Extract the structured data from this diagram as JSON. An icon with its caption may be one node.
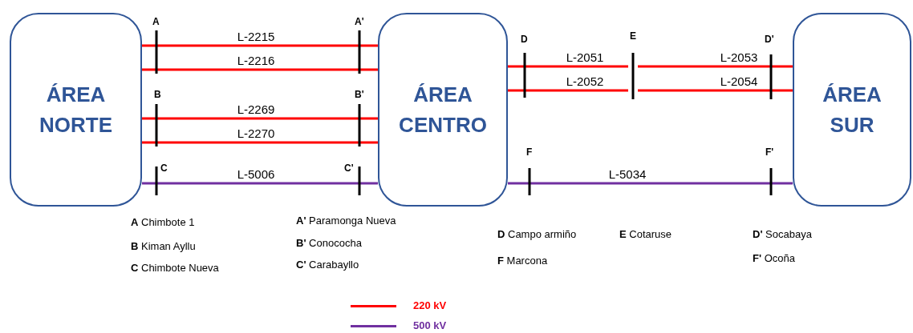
{
  "diagram": {
    "nodes": [
      {
        "text": [
          "ÁREA NORTE"
        ]
      },
      {
        "text": [
          "ÁREA CENTRO"
        ]
      },
      {
        "text": [
          "E"
        ]
      },
      {
        "text": [
          "ÁREA SUR"
        ]
      }
    ],
    "edges": [
      {
        "from": 0,
        "to": 1,
        "arrow": "none",
        "label": "L-2215"
      },
      {
        "from": 0,
        "to": 1,
        "arrow": "none",
        "label": "L-2216"
      },
      {
        "from": 0,
        "to": 1,
        "arrow": "none",
        "label": "L-2269"
      },
      {
        "from": 0,
        "to": 1,
        "arrow": "none",
        "label": "L-2270"
      },
      {
        "from": 0,
        "to": 1,
        "arrow": "none",
        "label": "L-5006",
        "color": "#7030a0"
      },
      {
        "from": 1,
        "to": 2,
        "arrow": "none",
        "label": "L-2051"
      },
      {
        "from": 2,
        "to": 3,
        "arrow": "none",
        "label": "L-2053"
      },
      {
        "from": 1,
        "to": 2,
        "arrow": "none",
        "label": "L-2052"
      },
      {
        "from": 2,
        "to": 3,
        "arrow": "none",
        "label": "L-2054"
      },
      {
        "from": 1,
        "to": 3,
        "arrow": "none",
        "label": "L-5034",
        "color": "#7030a0"
      }
    ],
    "labels": [
      "A",
      "A'",
      "D",
      "D'",
      "B",
      "B'",
      "C",
      "C'",
      "F",
      "F'",
      "**A** Chimbote 1",
      "**A'** Paramonga Nueva",
      "**D** Campo armiño",
      "**E** Cotaruse",
      "**D'** Socabaya",
      "**B** Kiman Ayllu",
      "**B'** Conococha",
      "**C** Chimbote Nueva",
      "**C'** Carabayllo",
      "**F** Marcona",
      "**F'** Ocoña"
    ],
    "legend": [
      {
        "text": "220 kV"
      },
      {
        "text": "500 kV"
      }
    ]
  }
}
